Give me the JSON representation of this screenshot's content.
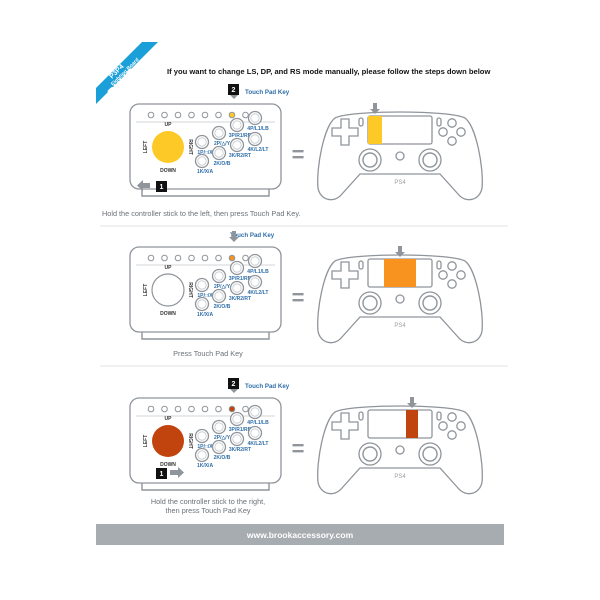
{
  "header": {
    "instruction": "If you want to change LS, DP, and RS mode manually, please follow the steps down below"
  },
  "badge": {
    "line1": "P3P4",
    "line2": "Fighting Board",
    "line3": "PLUS",
    "color": "#1a9fd8"
  },
  "fight_board": {
    "up": "UP",
    "down": "DOWN",
    "left": "LEFT",
    "right": "RIGHT",
    "buttons": [
      "1P/□/X",
      "2P/△/Y",
      "3P/R1/RB",
      "4P/L1/LB",
      "1K/X/A",
      "2K/O/B",
      "3K/R2/RT",
      "4K/L2/LT"
    ]
  },
  "controller_label": "PS4",
  "equals": "=",
  "steps": [
    {
      "touch_key": "Touch Pad Key",
      "key_step": "2",
      "stick_step": "1",
      "caption": [
        "Hold the controller stick to the left, then press Touch Pad Key."
      ],
      "stick_color": "#fdc926",
      "highlight_color": "#fdc926",
      "touch_segment": "left"
    },
    {
      "touch_key": "Touch Pad Key",
      "caption": [
        "Press Touch Pad Key"
      ],
      "stick_color": "#ffffff",
      "highlight_color": "#f7931e",
      "touch_segment": "center"
    },
    {
      "touch_key": "Touch Pad Key",
      "key_step": "2",
      "stick_step": "1",
      "caption": [
        "Hold the controller stick to the right,",
        "then press Touch Pad Key"
      ],
      "stick_color": "#c1440e",
      "highlight_color": "#c1440e",
      "touch_segment": "right"
    }
  ],
  "footer": {
    "url": "www.brookaccessory.com"
  }
}
